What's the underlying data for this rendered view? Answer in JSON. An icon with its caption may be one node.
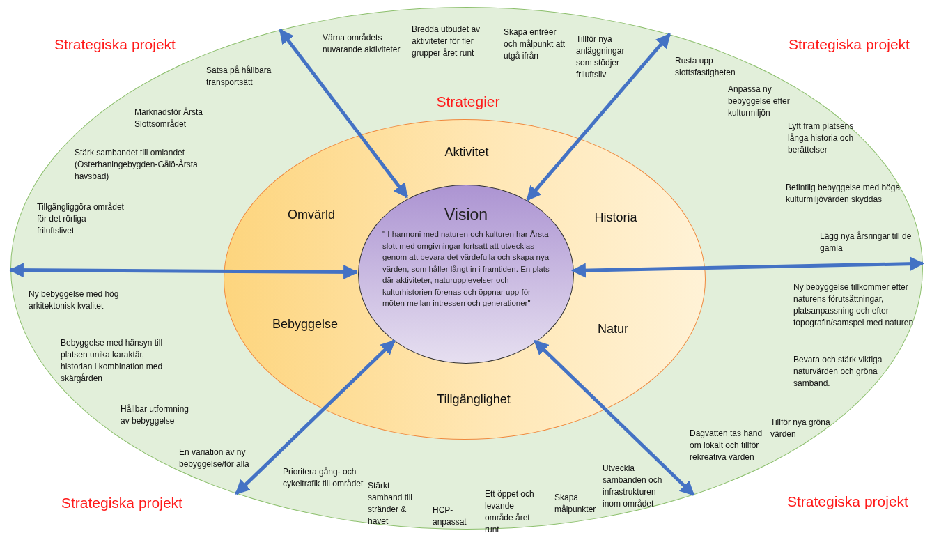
{
  "diagram": {
    "nodes": [
      {
        "text": [
          "Satsa på hållbara transportsätt",
          "Värna områdets nuvarande aktiviteter",
          "Bredda utbudet av aktiviteter för fler grupper året runt",
          "Skapa entréer och målpunkt att utgå ifrån",
          "Tillför nya anläggningar som stödjer friluftsliv",
          "Rusta upp slottsfastigheten",
          "Marknadsför Årsta Slottsområdet",
          "Anpassa ny bebyggelse efter kulturmiljön",
          "Lyft fram platsens långa historia och berättelser",
          "Stärk sambandet till omlandet (Österhaningebygden-Gålö-Årsta havsbad)",
          "Befintlig bebyggelse med höga kulturmiljövärden skyddas",
          "Tillgängliggöra området för det rörliga friluftslivet",
          "Lägg nya årsringar till de gamla",
          "Ny bebyggelse med hög arkitektonisk kvalitet",
          "Ny bebyggelse tillkommer efter naturens förutsättningar, platsanpassning och efter topografin/samspel med naturen",
          "Bebyggelse med hänsyn till platsen unika karaktär, historian i kombination med skärgården",
          "Bevara och stärk viktiga naturvärden och gröna samband.",
          "Hållbar utformning av bebyggelse",
          "Tillför nya gröna värden",
          "Dagvatten tas hand om lokalt och tillför rekreativa värden",
          "En variation av ny bebyggelse/för alla",
          "Prioritera gång- och cykeltrafik till området",
          "Utveckla sambanden och infrastrukturen inom området",
          "Stärkt samband till stränder & havet",
          "Ett öppet och levande område året runt",
          "Skapa målpunkter",
          "HCP-anpassat"
        ]
      },
      {
        "text": [
          "Strategier",
          "Aktivitet",
          "Omvärld",
          "Historia",
          "Bebyggelse",
          "Natur",
          "Tillgänglighet"
        ],
        "in": 0
      },
      {
        "text": [
          "Vision",
          "\" I harmoni med naturen och kulturen har Årsta slott med omgivningar fortsatt att utvecklas genom att bevara det värdefulla och skapa nya värden, som håller långt in i framtiden. En plats där aktiviteter, naturupplevelser och kulturhistorien förenas och öppnar upp för möten mellan intressen och generationer\""
        ],
        "in": 1
      }
    ],
    "edges": [
      {
        "from": 2,
        "to": 0,
        "arrow": "both"
      },
      {
        "from": 2,
        "to": 0,
        "arrow": "both"
      },
      {
        "from": 2,
        "to": 0,
        "arrow": "both"
      },
      {
        "from": 2,
        "to": 0,
        "arrow": "both"
      },
      {
        "from": 2,
        "to": 0,
        "arrow": "both"
      },
      {
        "from": 2,
        "to": 0,
        "arrow": "both"
      }
    ],
    "labels": [
      "Strategiska projekt",
      "Strategiska projekt",
      "Strategiska projekt",
      "Strategiska projekt"
    ]
  }
}
